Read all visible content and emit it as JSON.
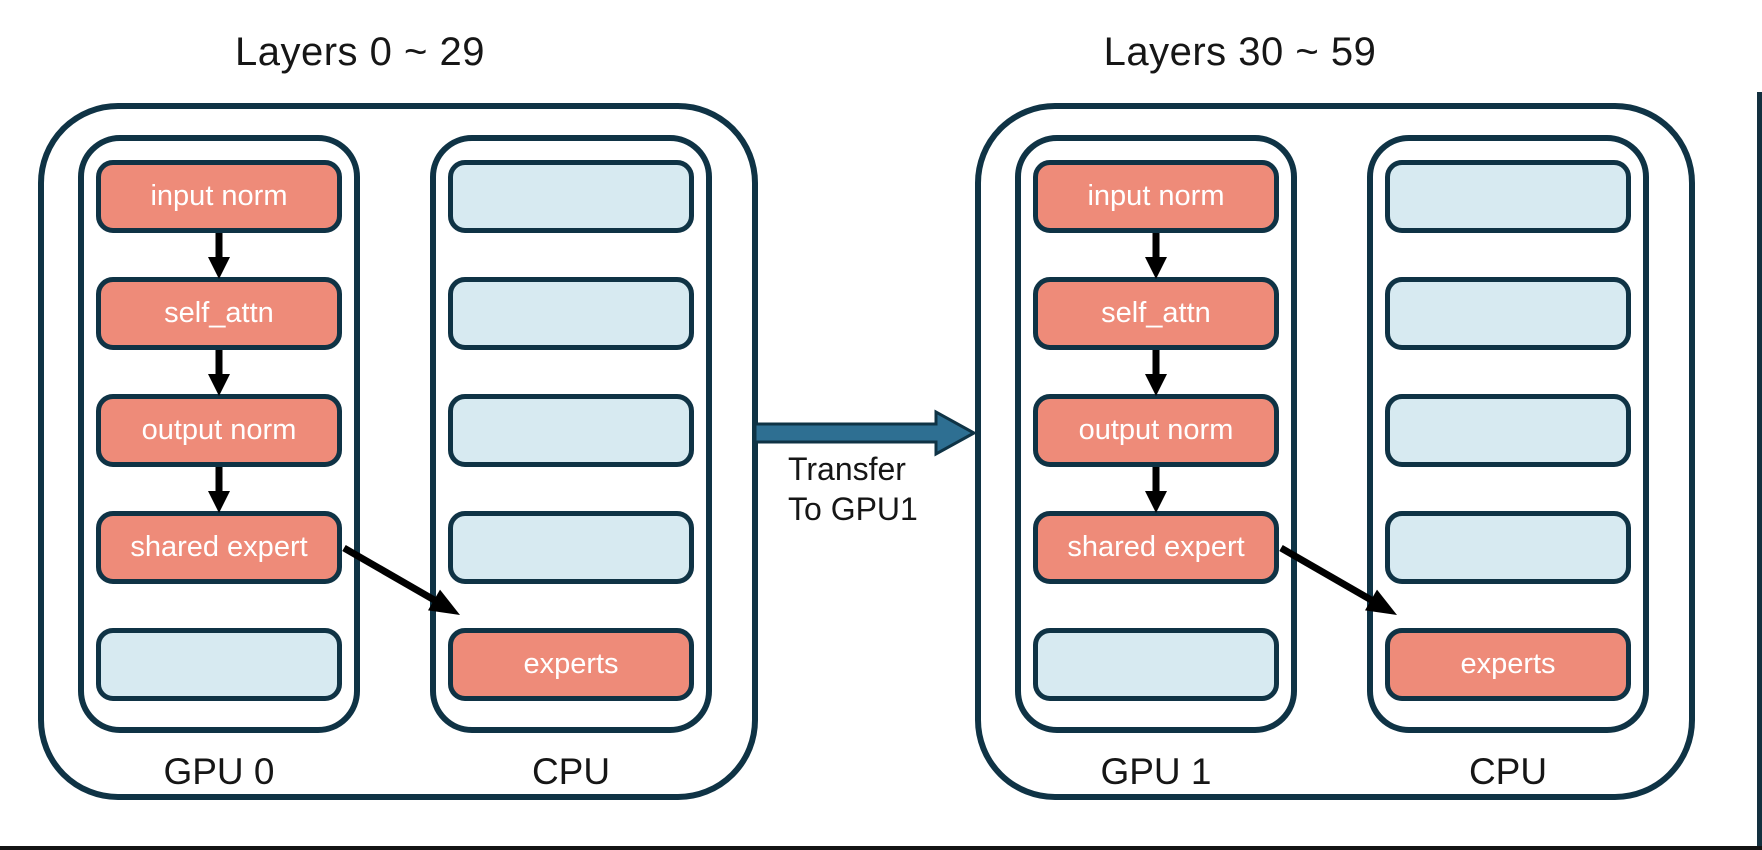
{
  "colors": {
    "outline_navy": "#0f3345",
    "module_fill_salmon": "#ee8b79",
    "empty_fill_lightblue": "#d7eaf1",
    "transfer_arrow_teal": "#2e6f92",
    "flow_arrow_black": "#000000",
    "text_dark": "#161616",
    "text_white": "#ffffff"
  },
  "groups": [
    {
      "title": "Layers 0 ~ 29",
      "gpu": {
        "label": "GPU 0",
        "blocks": [
          "input norm",
          "self_attn",
          "output norm",
          "shared expert",
          ""
        ]
      },
      "cpu": {
        "label": "CPU",
        "blocks": [
          "",
          "",
          "",
          "",
          "experts"
        ]
      }
    },
    {
      "title": "Layers 30 ~ 59",
      "gpu": {
        "label": "GPU 1",
        "blocks": [
          "input norm",
          "self_attn",
          "output norm",
          "shared expert",
          ""
        ]
      },
      "cpu": {
        "label": "CPU",
        "blocks": [
          "",
          "",
          "",
          "",
          "experts"
        ]
      }
    }
  ],
  "transfer": {
    "line1": "Transfer",
    "line2": "To GPU1"
  }
}
